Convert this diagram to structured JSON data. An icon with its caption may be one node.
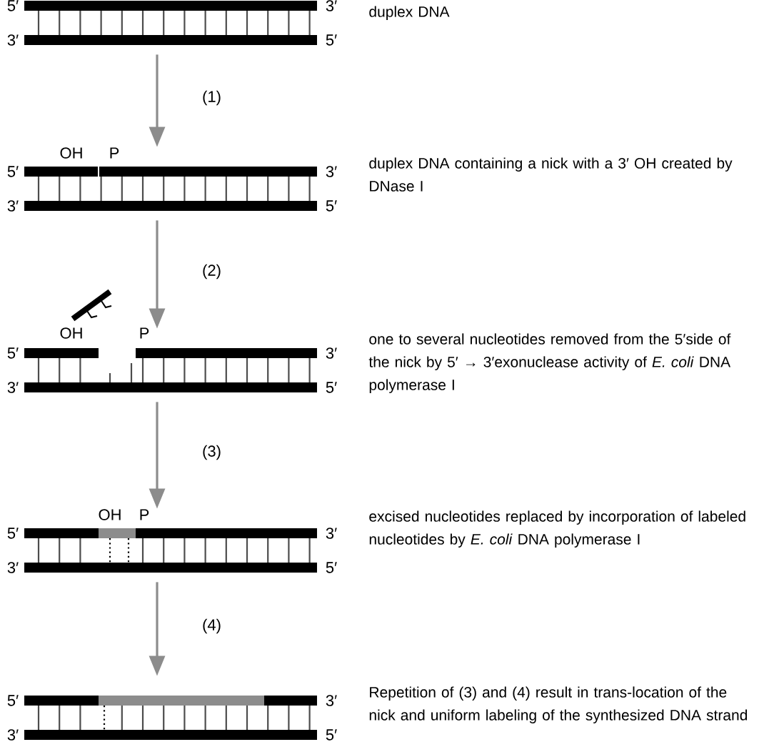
{
  "diagram": {
    "nodes": [
      {
        "text": [
          "5′",
          "3′",
          "3′",
          "5′"
        ],
        "beside": [
          "duplex DNA"
        ]
      },
      {
        "text": [
          "OH",
          "P",
          "5′",
          "3′",
          "3′",
          "5′"
        ],
        "beside": [
          "duplex DNA containing a nick with a 3′ OH created by DNase I"
        ]
      },
      {
        "text": [
          "OH",
          "P",
          "5′",
          "3′",
          "3′",
          "5′"
        ],
        "beside": [
          "one to several nucleotides removed from the 5′side of the nick by 5′ → 3′exonuclease activity of *E. coli* DNA polymerase I"
        ]
      },
      {
        "text": [
          "OH",
          "P",
          "5′",
          "3′",
          "3′",
          "5′"
        ],
        "beside": [
          "excised nucleotides replaced by incorporation of labeled nucleotides by *E. coli* DNA polymerase I"
        ]
      },
      {
        "text": [
          "5′",
          "3′",
          "3′",
          "5′"
        ],
        "beside": [
          "Repetition of (3) and (4) result in trans-location of the nick and uniform labeling of the synthesized DNA strand"
        ]
      }
    ],
    "edges": [
      {
        "from": 0,
        "to": 1,
        "arrow": "to",
        "label": "(1)"
      },
      {
        "from": 1,
        "to": 2,
        "arrow": "to",
        "label": "(2)"
      },
      {
        "from": 2,
        "to": 3,
        "arrow": "to",
        "label": "(3)"
      },
      {
        "from": 3,
        "to": 4,
        "arrow": "to",
        "label": "(4)"
      }
    ]
  }
}
